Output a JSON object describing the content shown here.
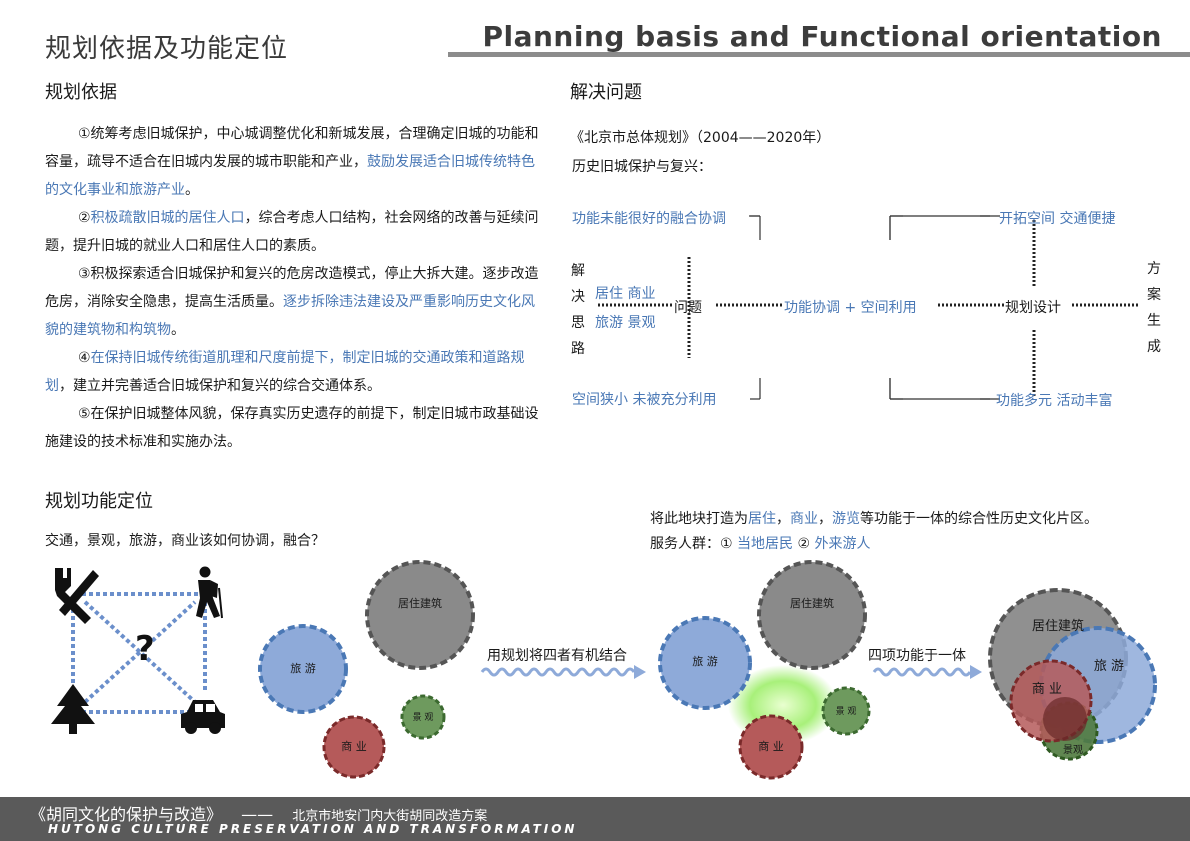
{
  "header": {
    "title_zh": "规划依据及功能定位",
    "title_en": "Planning basis and Functional orientation"
  },
  "basis": {
    "heading": "规划依据",
    "p1_a": "①统筹考虑旧城保护，中心城调整优化和新城发展，合理确定旧城的功能和容量，疏导不适合在旧城内发展的城市职能和产业，",
    "p1_b": "鼓励发展适合旧城传统特色的文化事业和旅游产业",
    "p1_c": "。",
    "p2_a": "②",
    "p2_b": "积极疏散旧城的居住人口",
    "p2_c": "，综合考虑人口结构，社会网络的改善与延续问题，提升旧城的就业人口和居住人口的素质。",
    "p3_a": "③积极探索适合旧城保护和复兴的危房改造模式，停止大拆大建。逐步改造危房，消除安全隐患，提高生活质量。",
    "p3_b": "逐步拆除违法建设及严重影响历史文化风貌的建筑物和构筑物",
    "p3_c": "。",
    "p4_a": "④",
    "p4_b": "在保持旧城传统街道肌理和尺度前提下，制定旧城的交通政策和道路规划",
    "p4_c": "，建立并完善适合旧城保护和复兴的综合交通体系。",
    "p5": "⑤在保护旧城整体风貌，保存真实历史遗存的前提下，制定旧城市政基础设施建设的技术标准和实施办法。"
  },
  "solve": {
    "heading": "解决问题",
    "ref": "《北京市总体规划》（2004——2020年）",
    "subhead": "历史旧城保护与复兴：",
    "left_vertical": "解决思路",
    "right_vertical": "方案生成",
    "issue_top_left": "功能未能很好的融合协调",
    "issue_bottom_left": "空间狭小  未被充分利用",
    "items_line1": "居住  商业",
    "items_line2": "旅游  景观",
    "problem": "问题",
    "middle": "功能协调  +  空间利用",
    "design": "规划设计",
    "result_top": "开拓空间  交通便捷",
    "result_bottom": "功能多元  活动丰富"
  },
  "positioning": {
    "heading": "规划功能定位",
    "question": "交通，景观，旅游，商业该如何协调，融合？",
    "goal_a": "将此地块打造为",
    "goal_b1": "居住",
    "goal_sep1": "，",
    "goal_b2": "商业",
    "goal_sep2": "，",
    "goal_b3": "游览",
    "goal_c": "等功能于一体的综合性历史文化片区。",
    "serve_a": "服务人群：①  ",
    "serve_b": "当地居民",
    "serve_c": "  ②  ",
    "serve_d": "外来游人",
    "question_mark": "?",
    "arrow1_label": "用规划将四者有机结合",
    "arrow2_label": "四项功能于一体",
    "labels": {
      "residential": "居住建筑",
      "tourism": "旅  游",
      "landscape": "景 观",
      "commerce": "商 业",
      "tourism_lg": "旅 游",
      "commerce_lg": "商  业",
      "landscape_sm": "景观"
    },
    "icons": [
      "restaurant-icon",
      "hiker-icon",
      "tree-icon",
      "car-icon"
    ]
  },
  "colors": {
    "accent_blue": "#4a78b5",
    "residential": "#8a8a8a",
    "tourism": "#8eaad9",
    "commerce": "#b55a5a",
    "landscape": "#6e9a5e"
  },
  "footer": {
    "title": "《胡同文化的保护与改造》",
    "dash": "——",
    "subtitle": "北京市地安门内大街胡同改造方案",
    "english": "HUTONG CULTURE PRESERVATION AND TRANSFORMATION"
  }
}
